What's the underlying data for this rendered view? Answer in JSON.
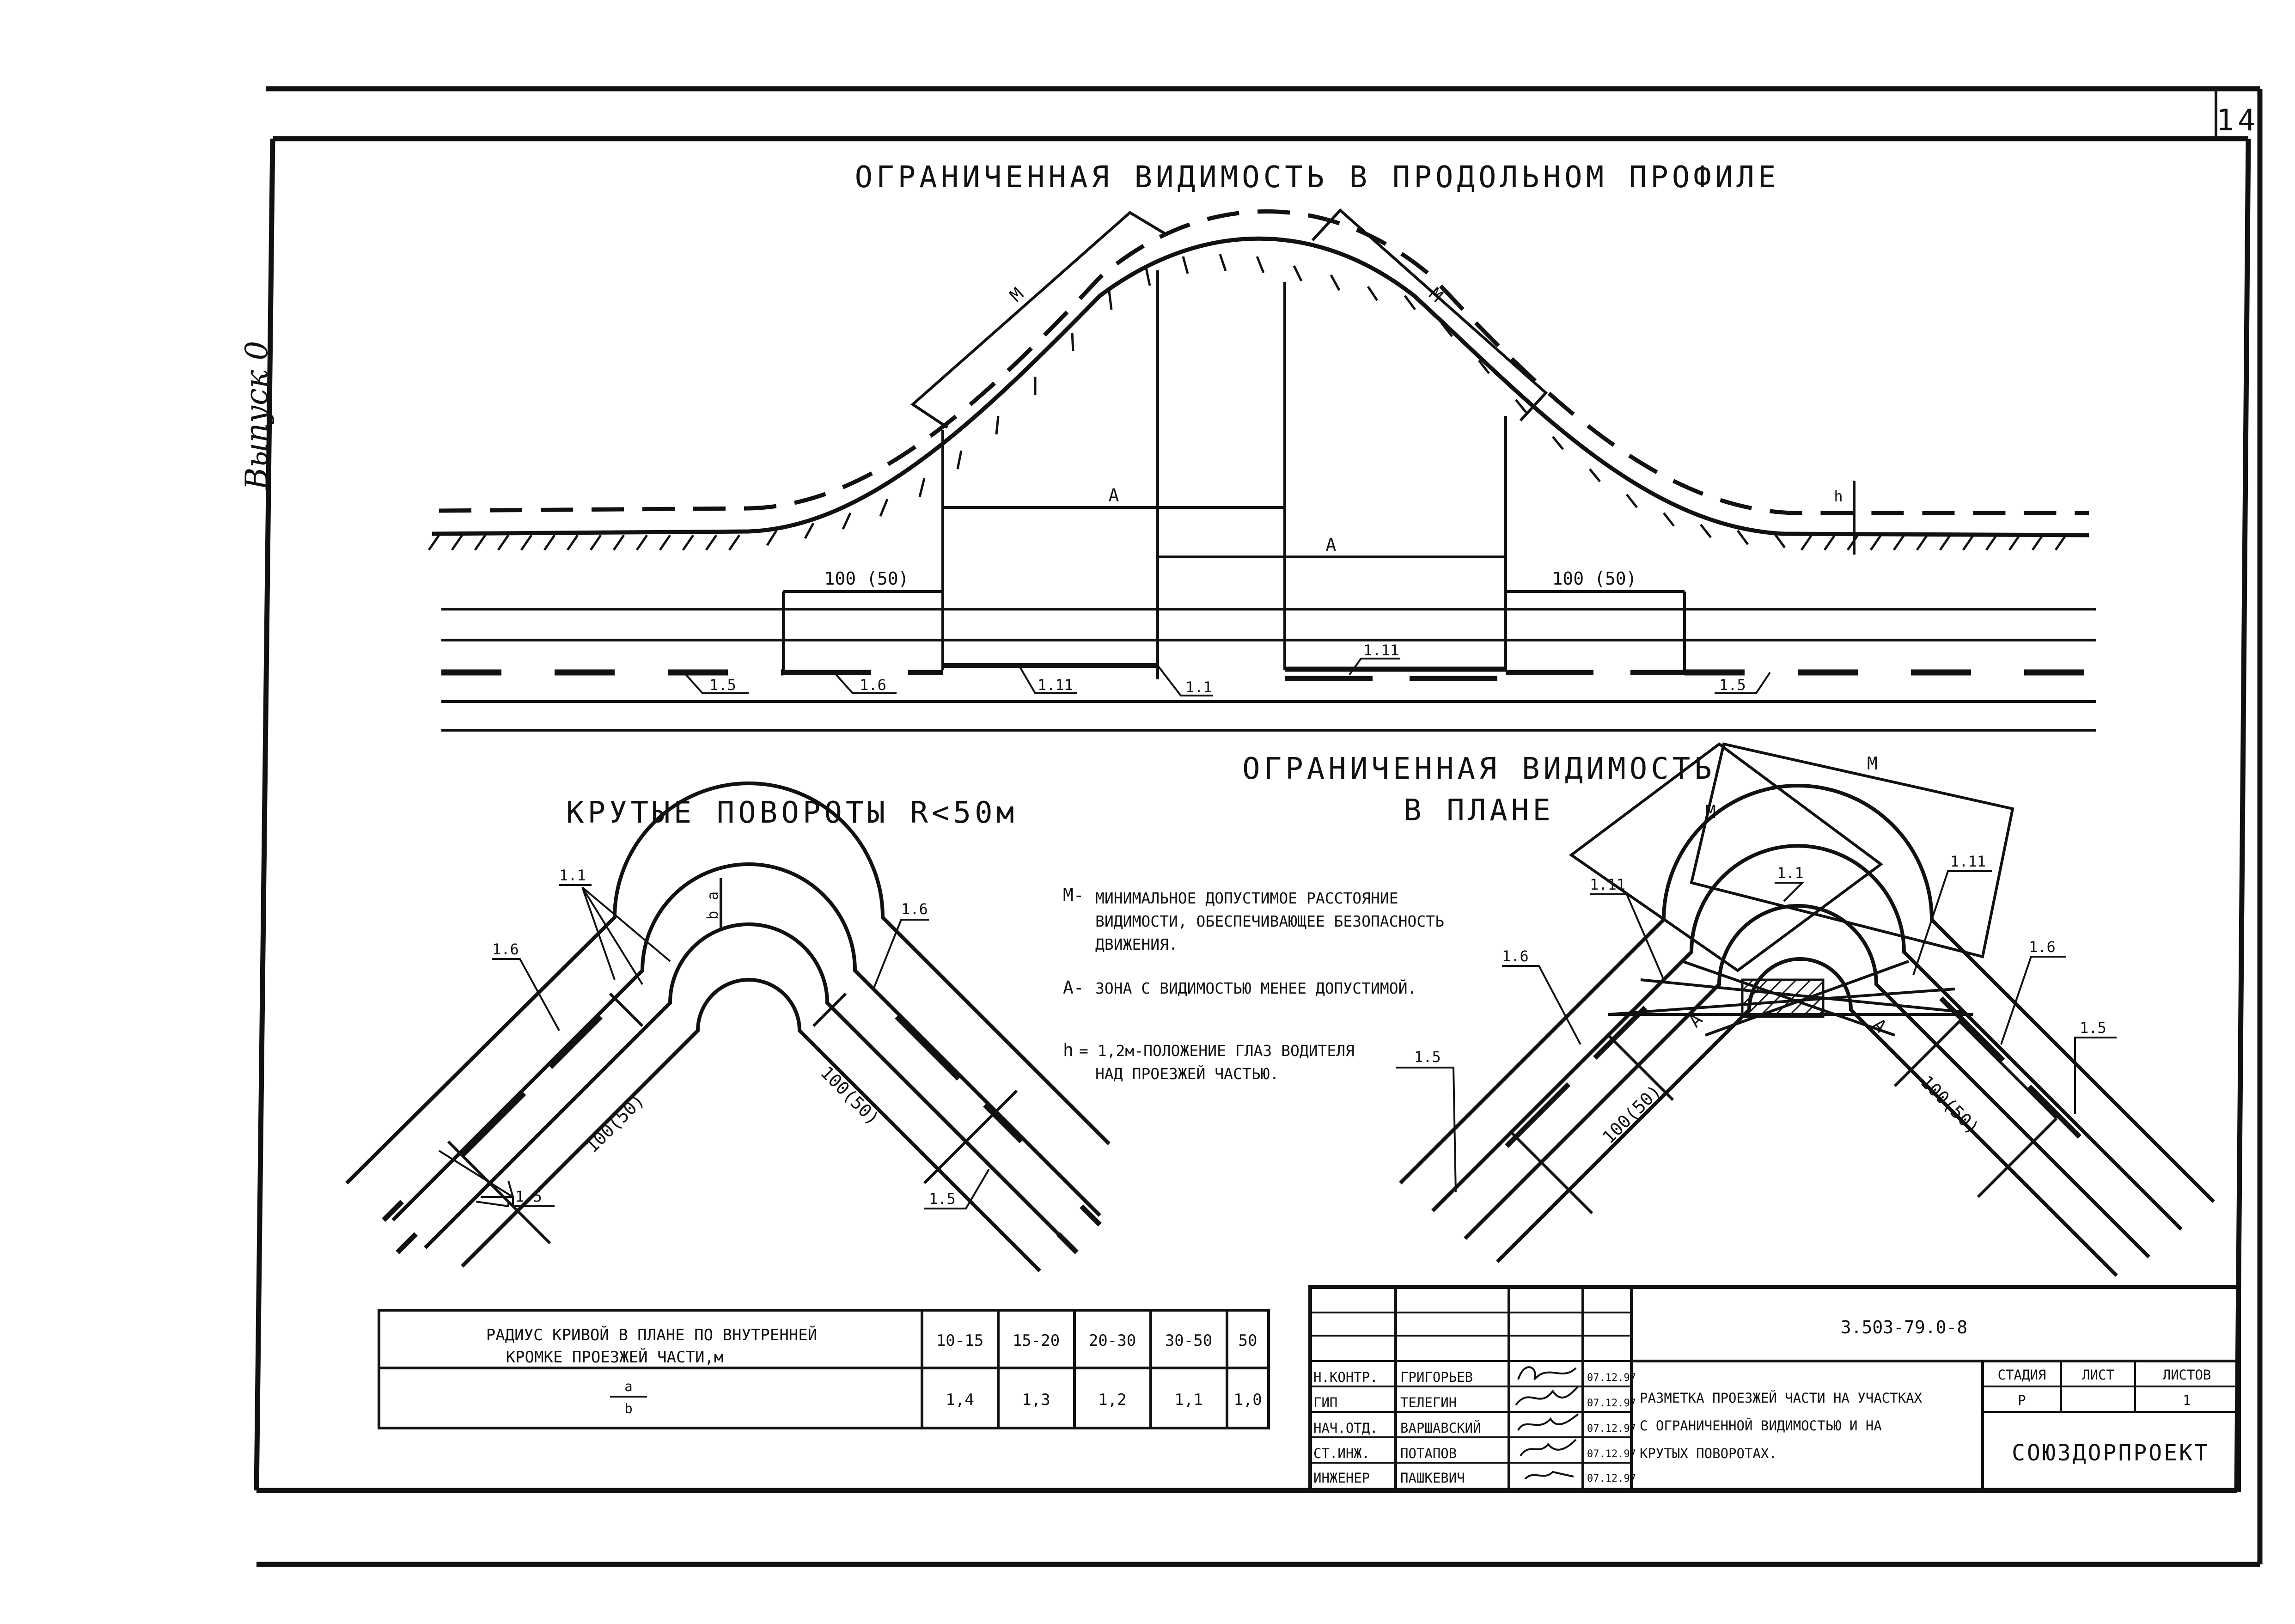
{
  "sheet": {
    "number": "14",
    "side_label": "Выпуск 0"
  },
  "profile": {
    "title": "ОГРАНИЧЕННАЯ ВИДИМОСТЬ В ПРОДОЛЬНОМ ПРОФИЛЕ",
    "m_left": "М",
    "m_right": "М",
    "a_upper": "А",
    "a_lower": "А",
    "h": "h",
    "dist_left": "100 (50)",
    "dist_right": "100 (50)",
    "mark_15_left": "1.5",
    "mark_16": "1.6",
    "mark_111_a": "1.11",
    "mark_11": "1.1",
    "mark_111_b": "1.11",
    "mark_15_right": "1.5"
  },
  "curves": {
    "title": "КРУТЫЕ ПОВОРОТЫ R<50м",
    "mark_11": "1.1",
    "mark_16_left": "1.6",
    "mark_16_right": "1.6",
    "mark_15_left": "1.5",
    "mark_15_right": "1.5",
    "a": "a",
    "b": "b",
    "dist_left": "100(50)",
    "dist_right": "100(50)"
  },
  "plan": {
    "title_line1": "ОГРАНИЧЕННАЯ ВИДИМОСТЬ",
    "title_line2": "В ПЛАНЕ",
    "m_top": "М",
    "m_left": "М",
    "mark_111_left": "1.11",
    "mark_11": "1.1",
    "mark_111_right": "1.11",
    "mark_16_left": "1.6",
    "mark_16_right": "1.6",
    "mark_15_left": "1.5",
    "mark_15_right": "1.5",
    "a_left": "А",
    "a_right": "А",
    "dist_left": "100(50)",
    "dist_right": "100(50)"
  },
  "legend": {
    "m_key": "М-",
    "m_line1": "МИНИМАЛЬНОЕ ДОПУСТИМОЕ РАССТОЯНИЕ",
    "m_line2": "ВИДИМОСТИ, ОБЕСПЕЧИВАЮЩЕЕ БЕЗОПАСНОСТЬ",
    "m_line3": "ДВИЖЕНИЯ.",
    "a_key": "А-",
    "a_line1": "ЗОНА С ВИДИМОСТЬЮ МЕНЕЕ ДОПУСТИМОЙ.",
    "h_key": "h",
    "h_line1": "= 1,2м-ПОЛОЖЕНИЕ ГЛАЗ ВОДИТЕЛЯ",
    "h_line2": "НАД ПРОЕЗЖЕЙ ЧАСТЬЮ."
  },
  "radius_table": {
    "header_line1": "РАДИУС КРИВОЙ В ПЛАНЕ ПО ВНУТРЕННЕЙ",
    "header_line2": "КРОМКЕ ПРОЕЗЖЕЙ ЧАСТИ,м",
    "columns": [
      "10-15",
      "15-20",
      "20-30",
      "30-50",
      "50"
    ],
    "ratio_num": "a",
    "ratio_den": "b",
    "values": [
      "1,4",
      "1,3",
      "1,2",
      "1,1",
      "1,0"
    ]
  },
  "title_block": {
    "code": "3.503-79.0-8",
    "roles": [
      "Н.КОНТР.",
      "ГИП",
      "НАЧ.ОТД.",
      "СТ.ИНЖ.",
      "ИНЖЕНЕР"
    ],
    "names": [
      "ГРИГОРЬЕВ",
      "ТЕЛЕГИН",
      "ВАРШАВСКИЙ",
      "ПОТАПОВ",
      "ПАШКЕВИЧ"
    ],
    "dates": [
      "07.12.97",
      "07.12.97",
      "07.12.97",
      "07.12.97",
      "07.12.97"
    ],
    "description_line1": "РАЗМЕТКА ПРОЕЗЖЕЙ ЧАСТИ НА УЧАСТКАХ",
    "description_line2": "С ОГРАНИЧЕННОЙ ВИДИМОСТЬЮ И НА",
    "description_line3": "КРУТЫХ ПОВОРОТАХ.",
    "stage_label": "СТАДИЯ",
    "sheet_label": "ЛИСТ",
    "sheets_label": "ЛИСТОВ",
    "stage": "Р",
    "sheets": "1",
    "organization": "СОЮЗДОРПРОЕКТ"
  }
}
